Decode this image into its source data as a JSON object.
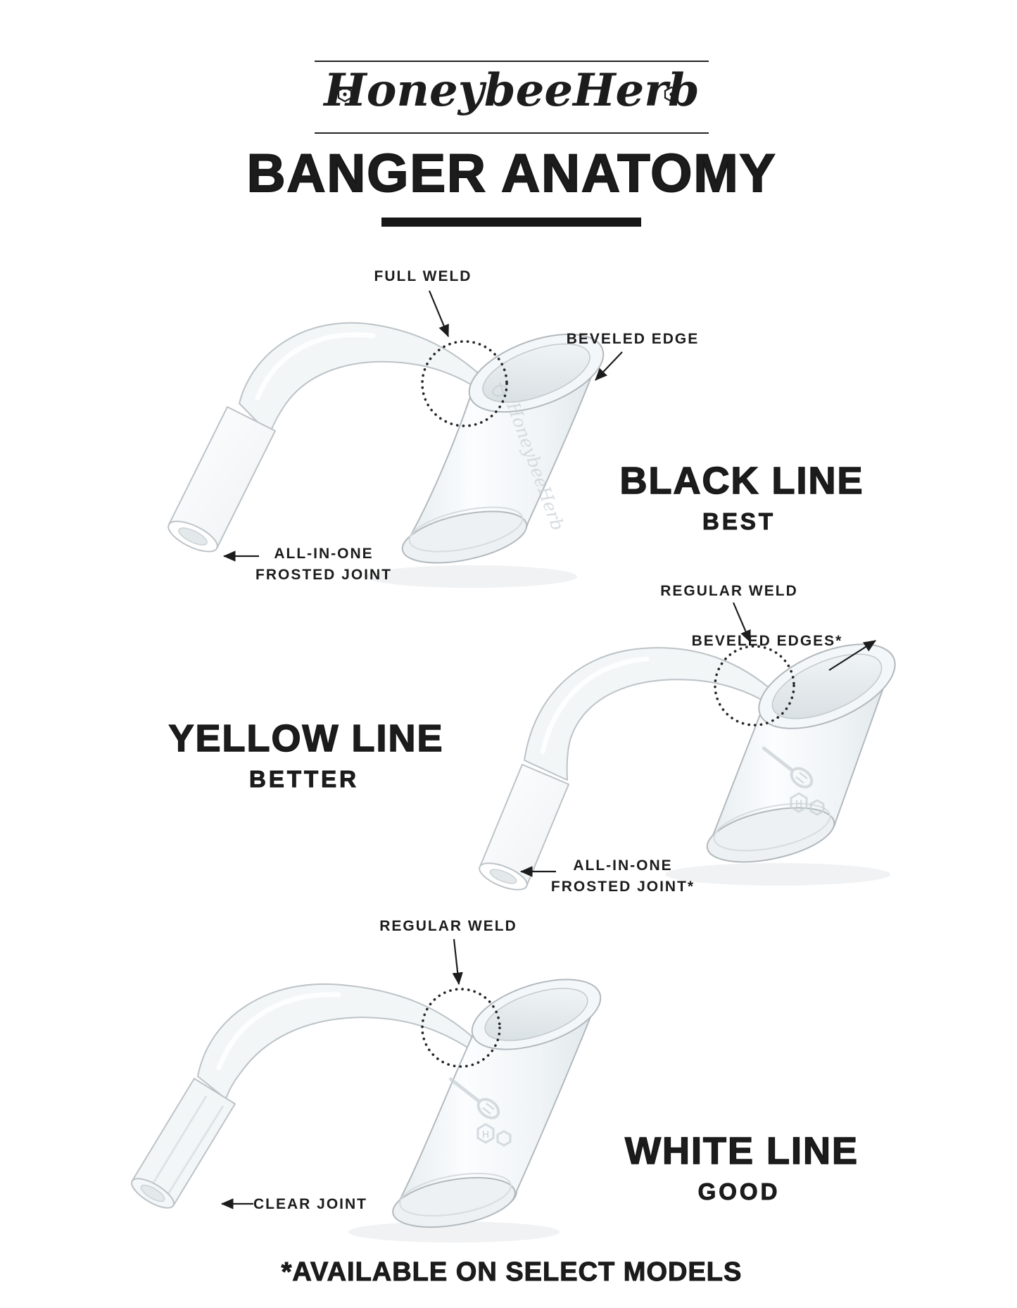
{
  "header": {
    "logo_text": "HoneybeeHerb",
    "title": "BANGER ANATOMY"
  },
  "sections": {
    "black": {
      "heading": "BLACK LINE",
      "grade": "BEST",
      "full_weld": "FULL WELD",
      "beveled_edge": "BEVELED EDGE",
      "joint_line1": "ALL-IN-ONE",
      "joint_line2": "FROSTED JOINT"
    },
    "yellow": {
      "heading": "YELLOW LINE",
      "grade": "BETTER",
      "regular_weld": "REGULAR WELD",
      "beveled_edges": "BEVELED EDGES*",
      "joint_line1": "ALL-IN-ONE",
      "joint_line2": "FROSTED JOINT*"
    },
    "white": {
      "heading": "WHITE LINE",
      "grade": "GOOD",
      "regular_weld": "REGULAR WELD",
      "clear_joint": "CLEAR JOINT"
    }
  },
  "footer": {
    "note": "*AVAILABLE ON SELECT MODELS"
  },
  "watermark": {
    "logo_text": "HoneybeeHerb",
    "monogram": "H"
  },
  "colors": {
    "ink": "#1c1c1c",
    "glass_stroke": "#b9c0c4",
    "glass_fill": "#f2f6f7",
    "frosted": "#ffffff"
  }
}
